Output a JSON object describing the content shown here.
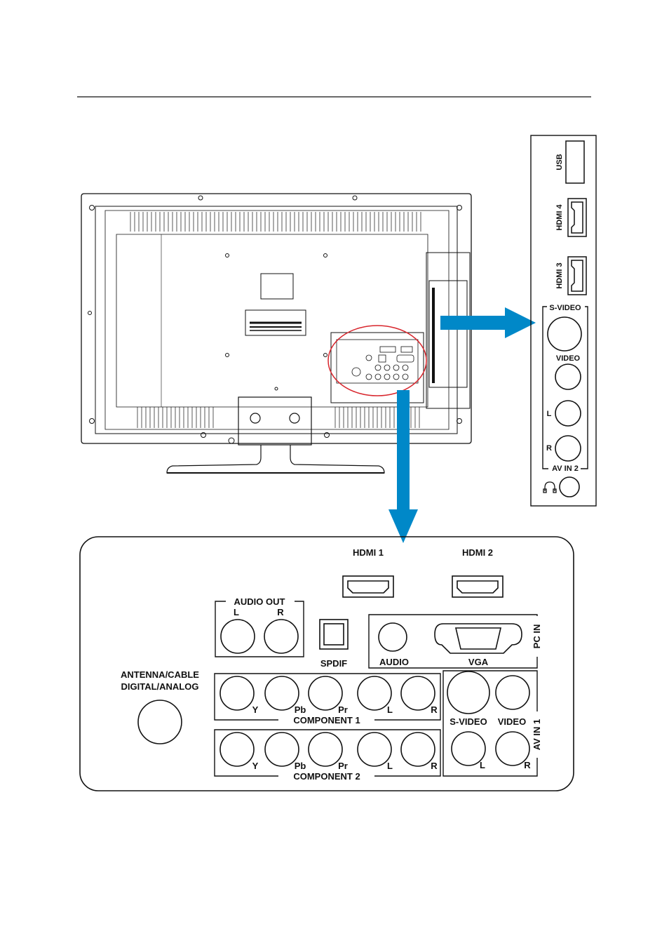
{
  "colors": {
    "arrow": "#0088c8",
    "ink": "#111111",
    "highlight": "#d8262d",
    "background": "#ffffff"
  },
  "side_panel": {
    "usb": "USB",
    "hdmi4": "HDMI 4",
    "hdmi3": "HDMI 3",
    "svideo": "S-VIDEO",
    "video": "VIDEO",
    "left": "L",
    "right": "R",
    "av_in_2": "AV IN 2",
    "headphone_icon": "headphone-icon"
  },
  "main_panel": {
    "hdmi1": "HDMI 1",
    "hdmi2": "HDMI 2",
    "audio_out": "AUDIO  OUT",
    "audio_out_l": "L",
    "audio_out_r": "R",
    "spdif": "SPDIF",
    "pc_audio": "AUDIO",
    "vga": "VGA",
    "pc_in": "PC IN",
    "antenna_line1": "ANTENNA/CABLE",
    "antenna_line2": "DIGITAL/ANALOG",
    "component1": "COMPONENT 1",
    "component2": "COMPONENT 2",
    "comp_labels": [
      "Y",
      "Pb",
      "Pr",
      "L",
      "R"
    ],
    "av_in_1": "AV IN 1",
    "av1_svideo": "S-VIDEO",
    "av1_video": "VIDEO",
    "av1_l": "L",
    "av1_r": "R"
  }
}
